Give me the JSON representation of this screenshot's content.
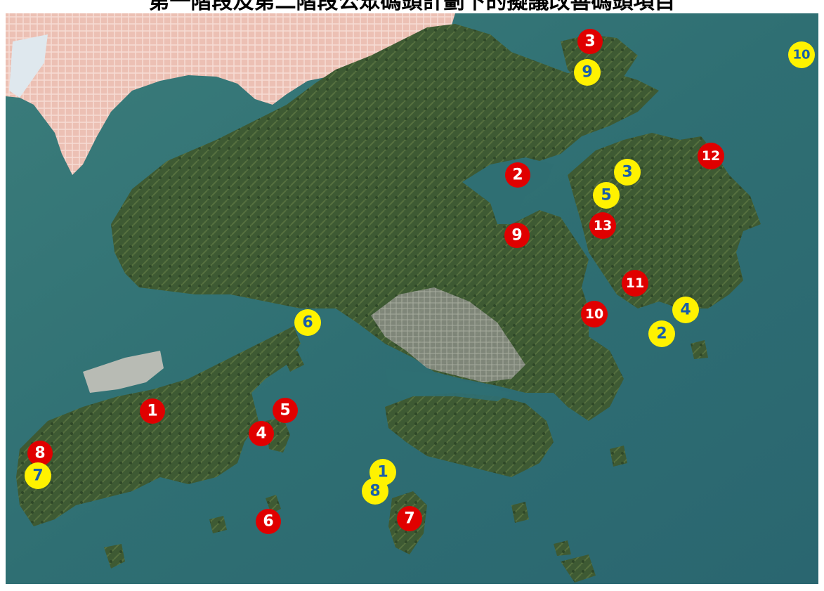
{
  "title": "第一階段及第二階段公眾碼頭計劃下的擬議改善碼頭項目",
  "colors": {
    "phase_one_marker": "#e00000",
    "phase_one_text": "#ffffff",
    "phase_two_marker": "#fff200",
    "phase_two_text": "#1a5ea8",
    "sea": "#2f6f73",
    "land": "#3f5a35",
    "urban": "#e8b7ab"
  },
  "markers": {
    "red": [
      "1",
      "2",
      "3",
      "4",
      "5",
      "6",
      "7",
      "8",
      "9",
      "10",
      "11",
      "12",
      "13"
    ],
    "yellow": [
      "1",
      "2",
      "3",
      "4",
      "5",
      "6",
      "7",
      "8",
      "9",
      "10"
    ]
  }
}
